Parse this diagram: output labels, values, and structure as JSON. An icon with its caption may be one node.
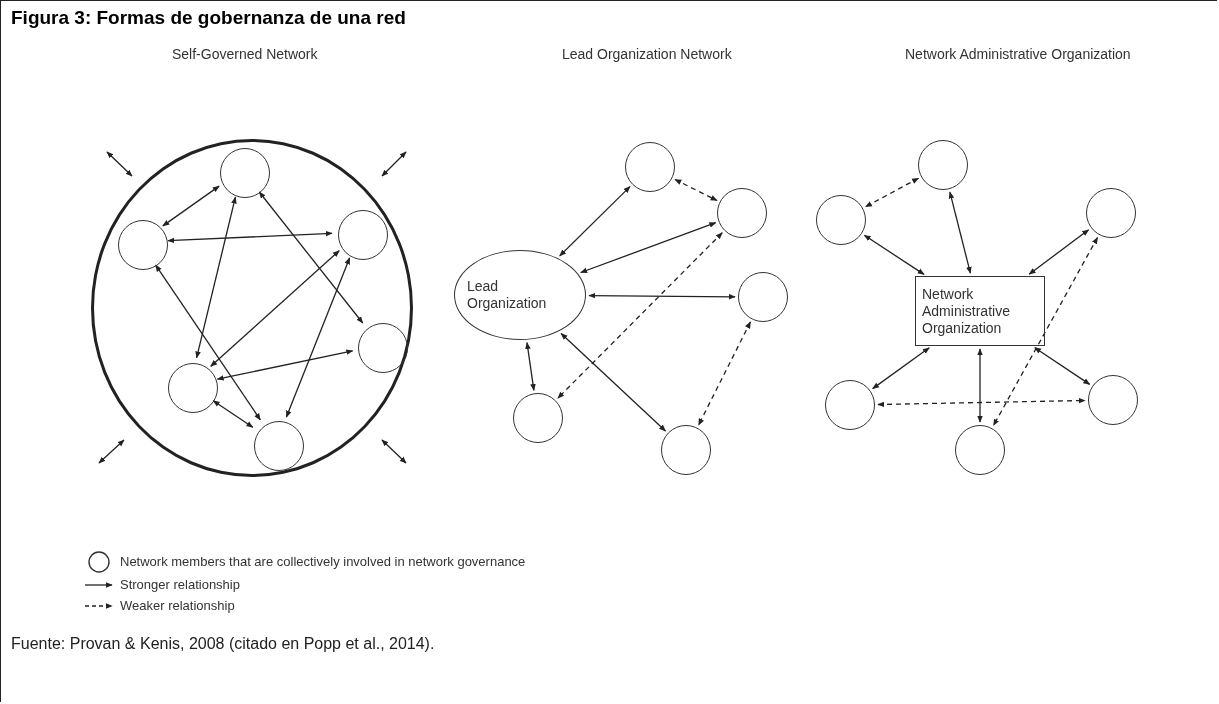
{
  "diagram": {
    "title": "Figura 3: Formas de gobernanza de una red",
    "caption": "Fuente: Provan & Kenis, 2008 (citado en Popp et al., 2014).",
    "nodes": [
      {
        "text": [],
        "shape": "circle"
      },
      {
        "text": [],
        "shape": "circle",
        "in": 0
      },
      {
        "text": [],
        "shape": "circle",
        "in": 0
      },
      {
        "text": [],
        "shape": "circle",
        "in": 0
      },
      {
        "text": [],
        "shape": "circle",
        "in": 0
      },
      {
        "text": [],
        "shape": "circle",
        "in": 0
      },
      {
        "text": [],
        "shape": "circle",
        "in": 0
      },
      {
        "text": [
          "Lead Organization"
        ]
      },
      {
        "text": [],
        "shape": "circle"
      },
      {
        "text": [],
        "shape": "circle"
      },
      {
        "text": [],
        "shape": "circle"
      },
      {
        "text": [],
        "shape": "circle"
      },
      {
        "text": [],
        "shape": "circle"
      },
      {
        "text": [
          "Network Administrative Organization"
        ]
      },
      {
        "text": [],
        "shape": "circle"
      },
      {
        "text": [],
        "shape": "circle"
      },
      {
        "text": [],
        "shape": "circle"
      },
      {
        "text": [],
        "shape": "circle"
      },
      {
        "text": [],
        "shape": "circle"
      },
      {
        "text": [],
        "shape": "circle"
      }
    ],
    "edges": [
      {
        "from": null,
        "to": 0,
        "arrow": "both"
      },
      {
        "from": null,
        "to": 0,
        "arrow": "both"
      },
      {
        "from": null,
        "to": 0,
        "arrow": "both"
      },
      {
        "from": null,
        "to": 0,
        "arrow": "both"
      },
      {
        "from": 1,
        "to": 2,
        "arrow": "both"
      },
      {
        "from": 2,
        "to": 3,
        "arrow": "both"
      },
      {
        "from": 1,
        "to": 5,
        "arrow": "both"
      },
      {
        "from": 1,
        "to": 4,
        "arrow": "both"
      },
      {
        "from": 2,
        "to": 6,
        "arrow": "both"
      },
      {
        "from": 3,
        "to": 5,
        "arrow": "both"
      },
      {
        "from": 3,
        "to": 6,
        "arrow": "both"
      },
      {
        "from": 4,
        "to": 5,
        "arrow": "both"
      },
      {
        "from": 5,
        "to": 6,
        "arrow": "both"
      },
      {
        "from": 7,
        "to": 8,
        "arrow": "both"
      },
      {
        "from": 8,
        "to": 9,
        "arrow": "both",
        "style": "dashed"
      },
      {
        "from": 7,
        "to": 9,
        "arrow": "both"
      },
      {
        "from": 7,
        "to": 10,
        "arrow": "both"
      },
      {
        "from": 7,
        "to": 11,
        "arrow": "both"
      },
      {
        "from": 9,
        "to": 11,
        "arrow": "both",
        "style": "dashed"
      },
      {
        "from": 7,
        "to": 12,
        "arrow": "both"
      },
      {
        "from": 10,
        "to": 12,
        "arrow": "both",
        "style": "dashed"
      },
      {
        "from": 14,
        "to": 15,
        "arrow": "both",
        "style": "dashed"
      },
      {
        "from": 13,
        "to": 14,
        "arrow": "both"
      },
      {
        "from": 13,
        "to": 15,
        "arrow": "both"
      },
      {
        "from": 13,
        "to": 16,
        "arrow": "both"
      },
      {
        "from": 13,
        "to": 17,
        "arrow": "both"
      },
      {
        "from": 13,
        "to": 18,
        "arrow": "both"
      },
      {
        "from": 13,
        "to": 19,
        "arrow": "both"
      },
      {
        "from": 17,
        "to": 19,
        "arrow": "both",
        "style": "dashed"
      },
      {
        "from": 16,
        "to": 18,
        "arrow": "both",
        "style": "dashed"
      }
    ],
    "labels": [
      "Self-Governed Network",
      "Lead Organization Network",
      "Network Administrative Organization"
    ],
    "legend": [
      {
        "text": "Network members that are collectively involved in network governance"
      },
      {
        "text": "Stronger relationship"
      },
      {
        "text": "Weaker relationship"
      }
    ]
  }
}
